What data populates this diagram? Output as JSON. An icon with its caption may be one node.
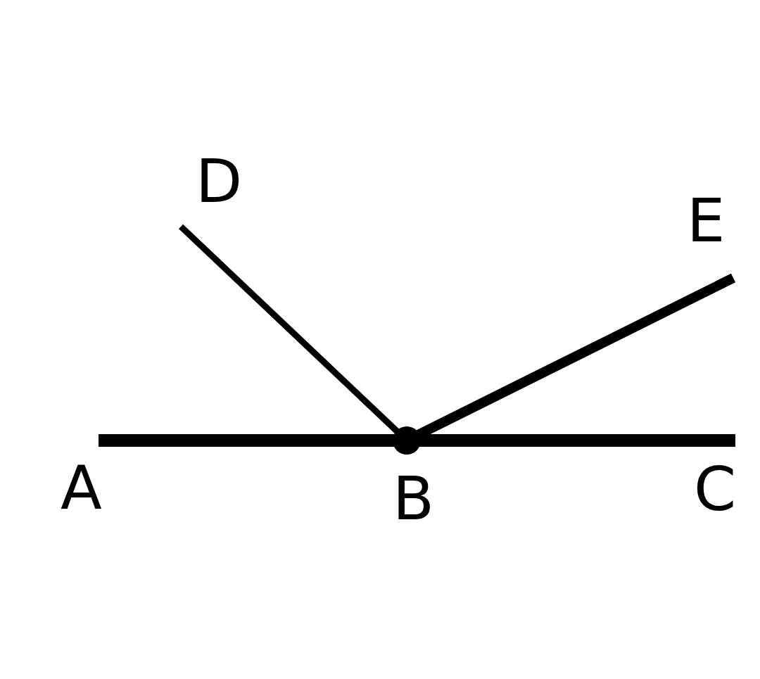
{
  "diagram": {
    "nodes": [
      {
        "text": [
          "D"
        ]
      },
      {
        "text": [
          "E"
        ]
      },
      {
        "text": [
          "A"
        ]
      },
      {
        "text": [
          "B"
        ]
      },
      {
        "text": [
          "C"
        ]
      }
    ],
    "edges": [
      {
        "from": 2,
        "to": 3,
        "arrow": "none"
      },
      {
        "from": 3,
        "to": 4,
        "arrow": "none"
      },
      {
        "from": 3,
        "to": 0,
        "arrow": "none"
      },
      {
        "from": 3,
        "to": 1,
        "arrow": "none"
      }
    ]
  }
}
